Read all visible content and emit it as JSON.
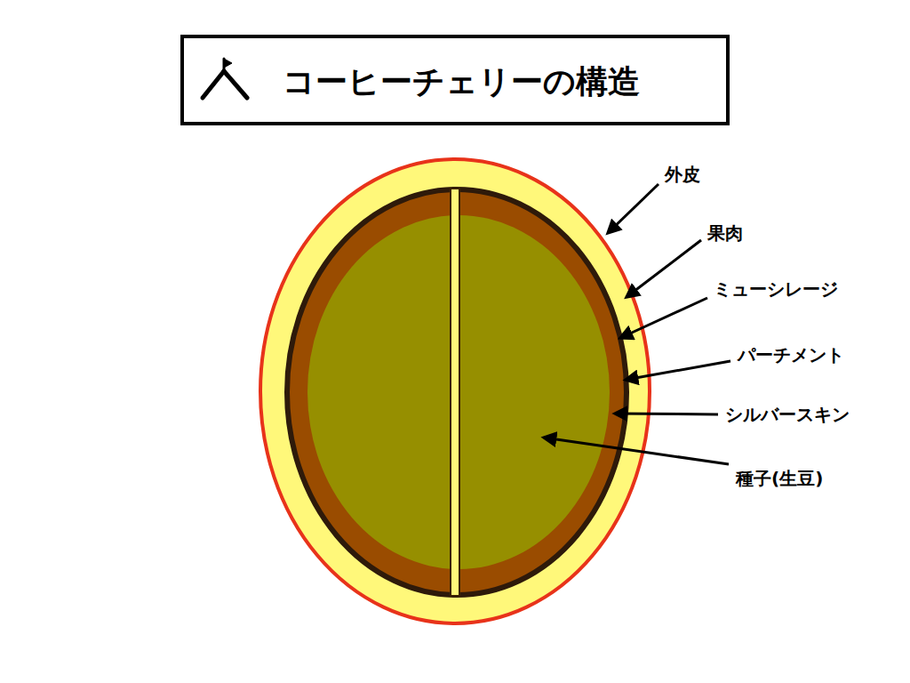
{
  "diagram": {
    "title": "コーヒーチェリーの構造",
    "labels": [
      "外皮",
      "果肉",
      "ミューシレージ",
      "パーチメント",
      "シルバースキン",
      "種子(生豆)"
    ]
  }
}
